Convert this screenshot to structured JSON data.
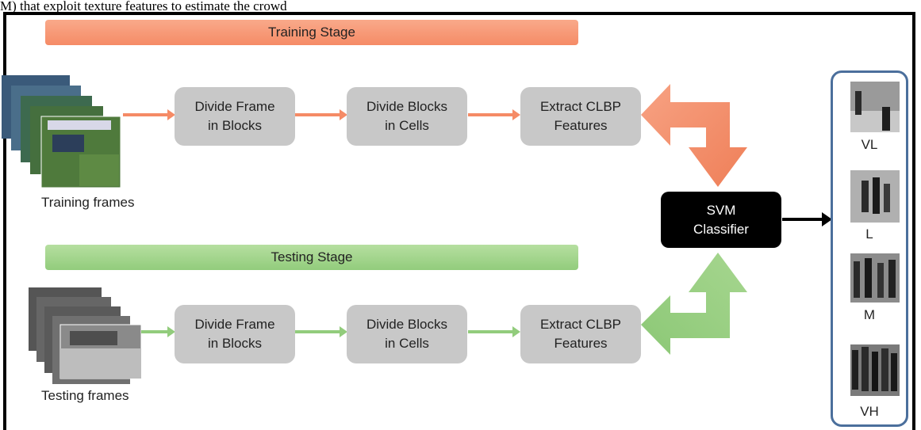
{
  "caption": "M) that exploit texture features to estimate the crowd",
  "stages": {
    "training": "Training Stage",
    "testing": "Testing Stage"
  },
  "training_row": {
    "input_label": "Training frames",
    "steps": [
      "Divide Frame\nin Blocks",
      "Divide Blocks\nin Cells",
      "Extract CLBP\nFeatures"
    ]
  },
  "testing_row": {
    "input_label": "Testing frames",
    "steps": [
      "Divide Frame\nin Blocks",
      "Divide Blocks\nin Cells",
      "Extract CLBP\nFeatures"
    ]
  },
  "classifier": "SVM\nClassifier",
  "outputs": [
    "VL",
    "L",
    "M",
    "VH"
  ],
  "colors": {
    "train_accent": "#f58b66",
    "test_accent": "#92cc7c",
    "step_box": "#c8c8c8",
    "panel_border": "#4b6f9c"
  }
}
